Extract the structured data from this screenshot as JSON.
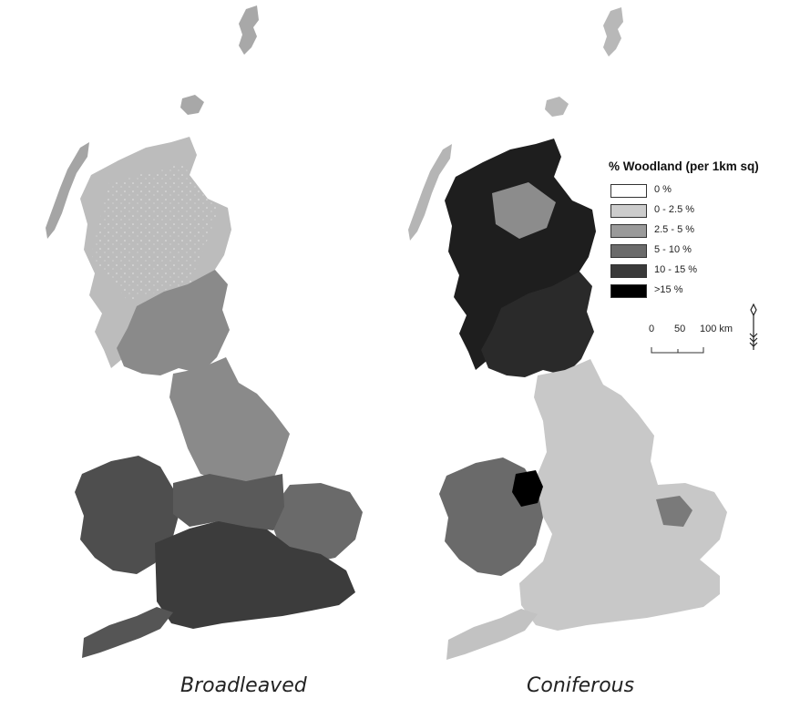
{
  "maps": [
    {
      "caption": "Broadleaved",
      "base_tone": "#5a5a5a"
    },
    {
      "caption": "Coniferous",
      "base_tone": "#c8c8c8"
    }
  ],
  "legend": {
    "title": "% Woodland (per 1km sq)",
    "items": [
      {
        "label": "0 %",
        "color": "#ffffff"
      },
      {
        "label": "0 - 2.5 %",
        "color": "#cccccc"
      },
      {
        "label": "2.5 - 5 %",
        "color": "#9a9a9a"
      },
      {
        "label": "5 - 10 %",
        "color": "#6b6b6b"
      },
      {
        "label": "10 - 15 %",
        "color": "#3a3a3a"
      },
      {
        "label": ">15 %",
        "color": "#000000"
      }
    ]
  },
  "scale_bar": {
    "labels": [
      "0",
      "50",
      "100 km"
    ]
  }
}
